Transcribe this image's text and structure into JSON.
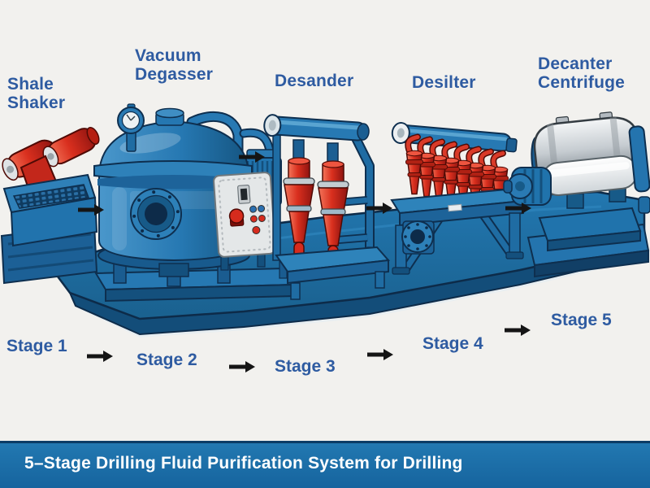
{
  "banner": {
    "title": "5–Stage Drilling Fluid Purification System for Drilling"
  },
  "labels": {
    "shale_shaker": [
      "Shale",
      "Shaker"
    ],
    "vacuum_degasser": [
      "Vacuum",
      "Degasser"
    ],
    "desander": [
      "Desander"
    ],
    "desilter": [
      "Desilter"
    ],
    "decanter_centrifuge": [
      "Decanter",
      "Centrifuge"
    ]
  },
  "stages": [
    "Stage 1",
    "Stage 2",
    "Stage 3",
    "Stage 4",
    "Stage 5"
  ],
  "flow": {
    "arrow_glyph": "→",
    "direction": "left-to-right",
    "arrow_count": 8
  },
  "colors": {
    "label_text": "#2e5ba1",
    "banner_background": "#1c6fa9",
    "banner_border": "#0b3c66",
    "banner_text": "#ffffff",
    "machine_blue": "#2173ad",
    "machine_red": "#d62b1d",
    "platform_blue": "#1d6da5",
    "arrow": "#151515",
    "background": "#f2f1ee"
  }
}
